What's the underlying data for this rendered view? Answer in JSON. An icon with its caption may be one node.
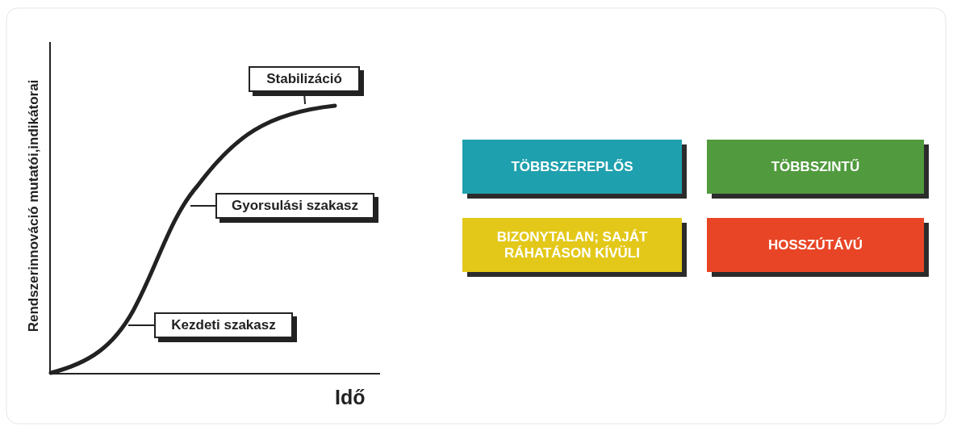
{
  "diagram": {
    "nodes": [
      {
        "text": [
          "Stabilizáció"
        ]
      },
      {
        "text": [
          "Gyorsulási szakasz"
        ]
      },
      {
        "text": [
          "Kezdeti szakasz"
        ]
      },
      {
        "text": [
          "TÖBBSZEREPLŐS"
        ]
      },
      {
        "text": [
          "TÖBBSZINTŰ"
        ]
      },
      {
        "text": [
          "BIZONYTALAN; SAJÁT RÁHATÁSON KÍVÜLI"
        ]
      },
      {
        "text": [
          "HOSSZÚTÁVÚ"
        ]
      }
    ],
    "edges": [
      {
        "from": 0,
        "to": null,
        "arrow": "none"
      },
      {
        "from": 1,
        "to": null,
        "arrow": "none"
      },
      {
        "from": 2,
        "to": null,
        "arrow": "none"
      }
    ],
    "labels": [
      "Rendszerinnováció mutatói,indikátorai",
      "Idő"
    ]
  }
}
